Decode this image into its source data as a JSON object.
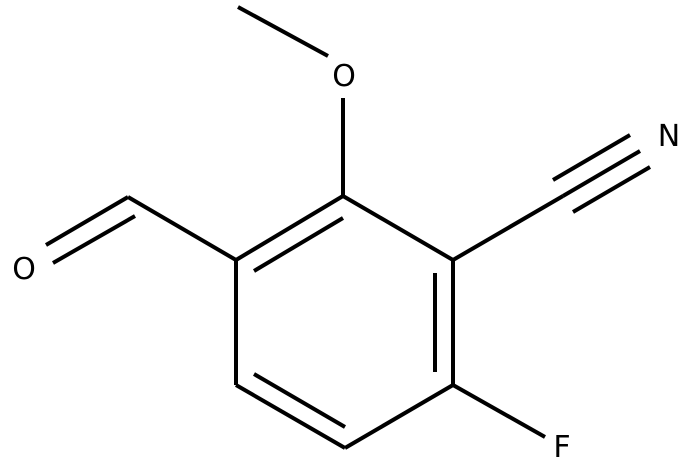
{
  "molecule": {
    "atoms": {
      "oxygen_methoxy": "O",
      "oxygen_aldehyde": "O",
      "nitrogen": "N",
      "fluorine": "F"
    }
  },
  "colors": {
    "bond": "#000000",
    "label": "#000000",
    "background": "#ffffff"
  }
}
